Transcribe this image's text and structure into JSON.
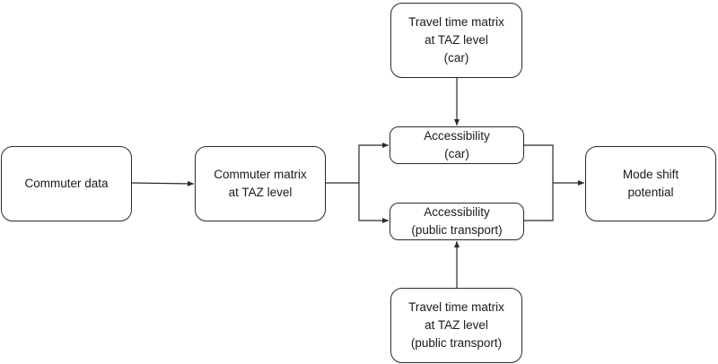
{
  "nodes": {
    "commuter_data": {
      "lines": [
        "Commuter data"
      ]
    },
    "commuter_matrix": {
      "lines": [
        "Commuter matrix",
        "at TAZ level"
      ]
    },
    "travel_time_car": {
      "lines": [
        "Travel time matrix",
        "at TAZ level",
        "(car)"
      ]
    },
    "accessibility_car": {
      "lines": [
        "Accessibility",
        "(car)"
      ]
    },
    "accessibility_pt": {
      "lines": [
        "Accessibility",
        "(public transport)"
      ]
    },
    "travel_time_pt": {
      "lines": [
        "Travel time matrix",
        "at TAZ level",
        "(public transport)"
      ]
    },
    "mode_shift": {
      "lines": [
        "Mode shift",
        "potential"
      ]
    }
  },
  "colors": {
    "stroke": "#2a2a2a",
    "text": "#1a1a1a",
    "background": "#ffffff"
  }
}
